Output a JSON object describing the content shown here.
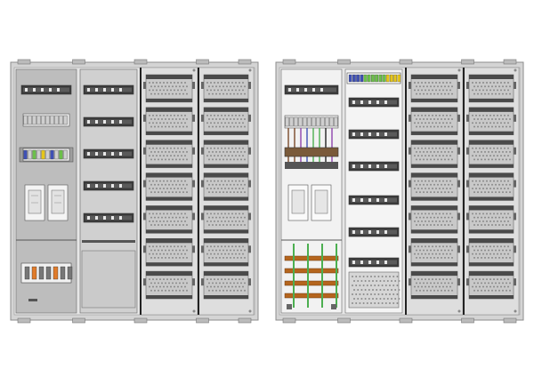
{
  "colors": {
    "background": "#ffffff",
    "cabinet_frame": "#d4d4d4",
    "cabinet_outline": "#8c8c8c",
    "panel_face": "#bdbdbd",
    "rail_dark": "#3a3a3a",
    "terminal_light": "#e8e8e8",
    "perforation": "#8a8a8a",
    "busbar_copper": "#b5651d",
    "wire_green": "#4caf50",
    "wire_blue": "#3f51b5",
    "wire_brown": "#7b4a2a",
    "wire_violet": "#8e44ad",
    "terminal_green": "#6cc04a",
    "terminal_yellow": "#e6c619",
    "fuse_orange": "#e07b2a"
  },
  "cabinets": [
    {
      "name": "front-view",
      "columns": [
        {
          "type": "meter-field",
          "components": [
            "rail",
            "terminal-strip",
            "rail-with-terminals",
            "fuse-holders",
            "main-switch-block"
          ]
        },
        {
          "type": "blank-cover-field",
          "components": [
            "rail",
            "rail",
            "rail",
            "rail",
            "rail",
            "rail"
          ]
        },
        {
          "type": "distribution-field",
          "rows": 7
        },
        {
          "type": "distribution-field",
          "rows": 7
        }
      ]
    },
    {
      "name": "internal-view",
      "columns": [
        {
          "type": "meter-field-open",
          "components": [
            "meter-board",
            "wiring-block",
            "fuse-holders",
            "busbar-block"
          ]
        },
        {
          "type": "rail-field",
          "components": [
            "terminal-bar",
            "rail",
            "rail",
            "rail",
            "rail",
            "rail",
            "perforated-plate"
          ]
        },
        {
          "type": "distribution-field",
          "rows": 7
        },
        {
          "type": "distribution-field",
          "rows": 7
        }
      ]
    }
  ]
}
